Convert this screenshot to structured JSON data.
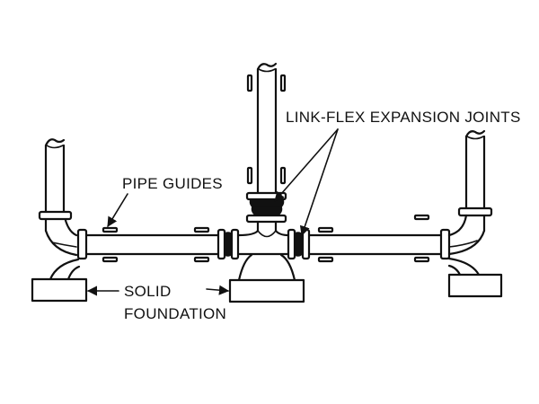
{
  "labels": {
    "joints": "LINK-FLEX EXPANSION JOINTS",
    "guides": "PIPE GUIDES",
    "foundation_line1": "SOLID",
    "foundation_line2": "FOUNDATION"
  }
}
